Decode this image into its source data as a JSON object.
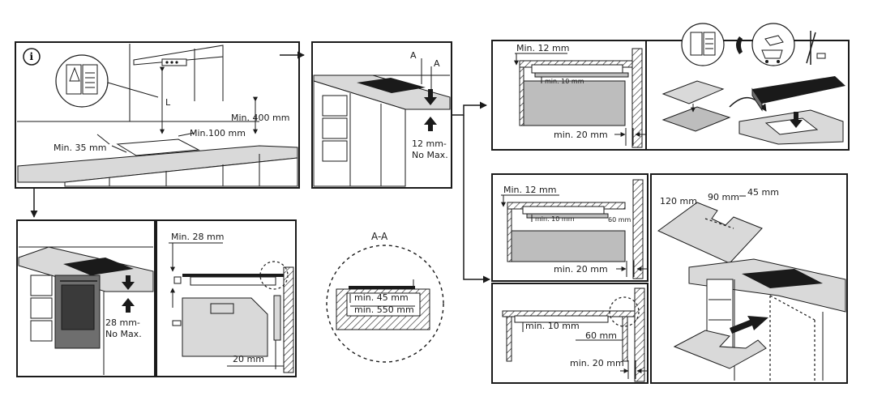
{
  "labels": {
    "p1_min400": "Min. 400 mm",
    "p1_min100": "Min.100 mm",
    "p1_min35": "Min. 35 mm",
    "p1_L": "L",
    "p2_A1": "A",
    "p2_A2": "A",
    "p2_12mm": "12 mm-",
    "p2_nomax": "No Max.",
    "p3_min12": "Min. 12 mm",
    "p3_min10": "min. 10 mm",
    "p3_min20": "min. 20 mm",
    "p5_120": "120 mm",
    "p5_90": "90 mm",
    "p5_45": "45 mm",
    "p6_min12": "Min. 12 mm",
    "p6_min10": "min. 10 mm",
    "p6_60": "60 mm",
    "p6_min20": "min. 20 mm",
    "p7_min10": "min. 10 mm",
    "p7_60": "60 mm",
    "p7_min20": "min. 20 mm",
    "p8_28mm": "28 mm-",
    "p8_nomax": "No Max.",
    "p9_min28": "Min. 28 mm",
    "p9_20": "20 mm",
    "aa_title": "A-A",
    "aa_min45": "min. 45 mm",
    "aa_min550": "min. 550 mm"
  }
}
